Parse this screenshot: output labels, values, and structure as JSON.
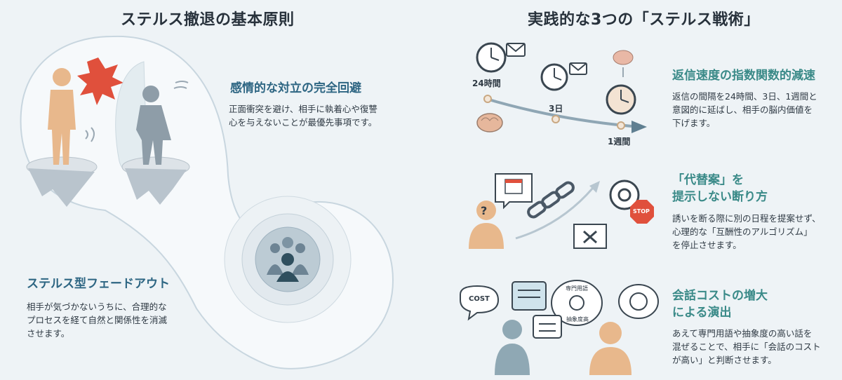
{
  "left": {
    "title": "ステルス撤退の基本原則",
    "principle1": {
      "heading": "感情的な対立の完全回避",
      "line1": "正面衝突を避け、相手に執着心や復讐",
      "line2": "心を与えないことが最優先事項です。"
    },
    "principle2": {
      "heading": "ステルス型フェードアウト",
      "line1": "相手が気づかないうちに、合理的な",
      "line2": "プロセスを経て自然と関係性を消滅",
      "line3": "させます。"
    }
  },
  "right": {
    "title": "実践的な3つの「ステルス戦術」",
    "tactic1": {
      "heading": "返信速度の指数関数的減速",
      "line1": "返信の間隔を24時間、3日、1週間と",
      "line2": "意図的に延ばし、相手の脳内価値を",
      "line3": "下げます。",
      "timeline": [
        "24時間",
        "3日",
        "1週間"
      ]
    },
    "tactic2": {
      "heading_line1": "「代替案」を",
      "heading_line2": "提示しない断り方",
      "line1": "誘いを断る際に別の日程を提案せず、",
      "line2": "心理的な「互酬性のアルゴリズム」",
      "line3": "を停止させます。",
      "stop_label": "STOP",
      "question_mark": "?"
    },
    "tactic3": {
      "heading_line1": "会話コストの増大",
      "heading_line2": "による演出",
      "line1": "あえて専門用語や抽象度の高い話を",
      "line2": "混ぜることで、相手に「会話のコスト",
      "line3": "が高い」と判断させます。",
      "cost_label": "COST",
      "jargon_label1": "専門用語",
      "jargon_label2": "抽象度高"
    }
  },
  "colors": {
    "accent_blue": "#2e6683",
    "accent_teal": "#3a8a88",
    "figure_orange": "#e8b88c",
    "figure_gray": "#8e9da8",
    "burst_red": "#e0503c"
  },
  "icons": [
    "clock-icon",
    "mail-icon",
    "brain-icon",
    "calendar-icon",
    "chain-icon",
    "gear-icon",
    "stop-sign-icon",
    "cross-icon",
    "speech-bubble-icon",
    "group-icon",
    "person-icon"
  ]
}
